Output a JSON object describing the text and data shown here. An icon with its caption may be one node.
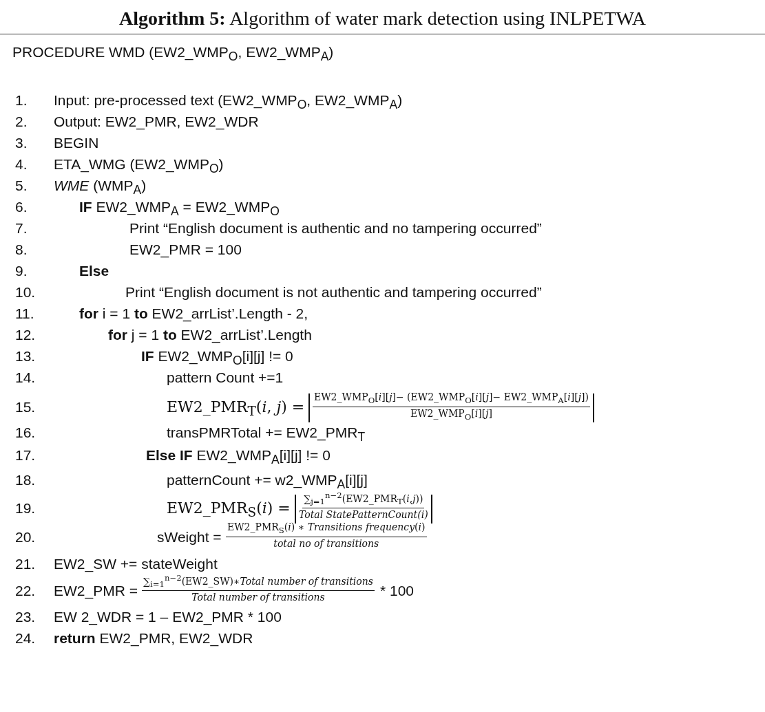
{
  "diagram": {
    "title": "**Algorithm 5:** Algorithm of water mark detection using INLPETWA",
    "labels": [
      "PROCEDURE WMD (EW2_WMP$_{O}$, EW2_WMP$_{A}$)",
      "1.",
      "Input: pre-processed text (EW2_WMP$_{O}$, EW2_WMP$_{A}$)",
      "2.",
      "Output: EW2_PMR, EW2_WDR",
      "3.",
      "BEGIN",
      "4.",
      "ETA_WMG (EW2_WMP$_{O}$)",
      "5.",
      "*WME* (WMP$_{A}$)",
      "6.",
      "**IF** EW2_WMP$_{A}$ = EW2_WMP$_{O}$",
      "7.",
      "Print “English document is authentic and no tampering occurred”",
      "8.",
      "EW2_PMR = 100",
      "9.",
      "Else",
      "10.",
      "Print “English document is not authentic and tampering occurred”",
      "11.",
      "**for** i = 1 **to** EW2_arrList’.Length - 2,",
      "12.",
      "**for** j = 1 **to** EW2_arrList’.Length",
      "13.",
      "**IF** EW2_WMP$_{O}$[i][j] != 0",
      "14.",
      "pattern Count  +=1",
      "15.",
      "EW2_PMR$_{T}$(*i*, *j*) =",
      "EW2_WMP$_{O}$[*i*][*j*]− (EW2_WMP$_{O}$[*i*][*j*]− EW2_WMP$_{A}$[*i*][*j*])",
      "EW2_WMP$_{O}$[*i*][*j*]",
      "16.",
      "transPMRTotal += EW2_PMR$_{T}$",
      "17.",
      "**Else IF** EW2_WMP$_{A}$[i][j] != 0",
      "18.",
      "patternCount += w2_WMP$_{A}$[i][j]",
      "19.",
      "EW2_PMR$_{S}$(*i*) =",
      "∑$_{j=1}$$^{n−2}$(EW2_PMR$_{T}$(*i*,*j*))",
      "Total StatePatternCount(i)",
      "20.",
      "sWeight =",
      "EW2_PMR$_{S}$(*i*) ∗ *Transitions frequency*(*i*)",
      "total no of transitions",
      "21.",
      "EW2_SW += stateWeight",
      "22.",
      "EW2_PMR =",
      "∑$_{i=1}$$^{n−2}$(EW2_SW)∗*Total number of transitions*",
      "Total number of transitions",
      "* 100",
      "23.",
      "EW 2_WDR =  1 – EW2_PMR * 100",
      "24.",
      "**return** EW2_PMR, EW2_WDR"
    ]
  }
}
